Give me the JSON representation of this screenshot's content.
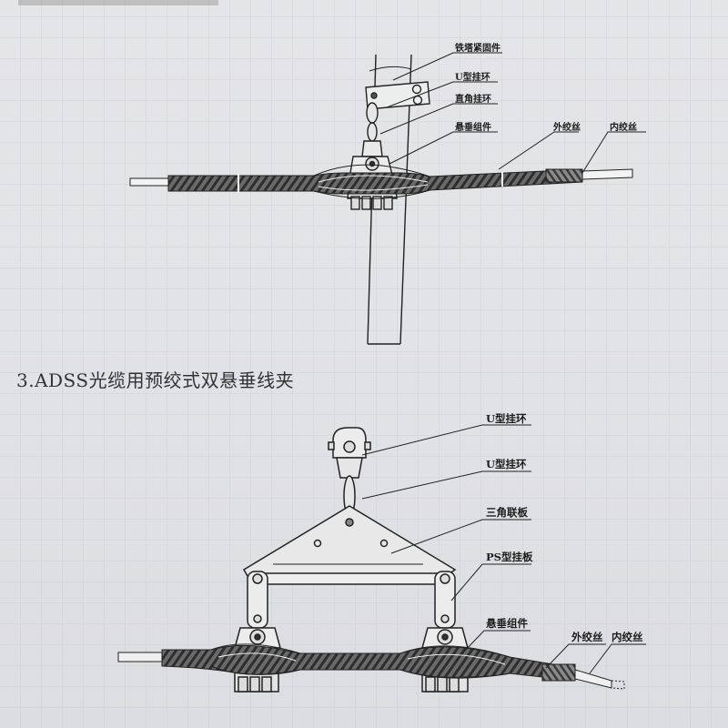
{
  "diagram1": {
    "labels": {
      "tower_clamp": "铁塔紧固件",
      "u_shackle": "U型挂环",
      "right_angle_ring": "直角挂环",
      "suspension_unit": "悬垂组件",
      "outer_rods": "外绞丝",
      "inner_rods": "内绞丝"
    }
  },
  "section": {
    "heading": "3.ADSS光缆用预绞式双悬垂线夹"
  },
  "diagram2": {
    "labels": {
      "u_shackle_1": "U型挂环",
      "u_shackle_2": "U型挂环",
      "yoke_plate": "三角联板",
      "ps_link_plate": "PS型挂板",
      "suspension_unit": "悬垂组件",
      "outer_rods": "外绞丝",
      "inner_rods": "内绞丝"
    }
  }
}
